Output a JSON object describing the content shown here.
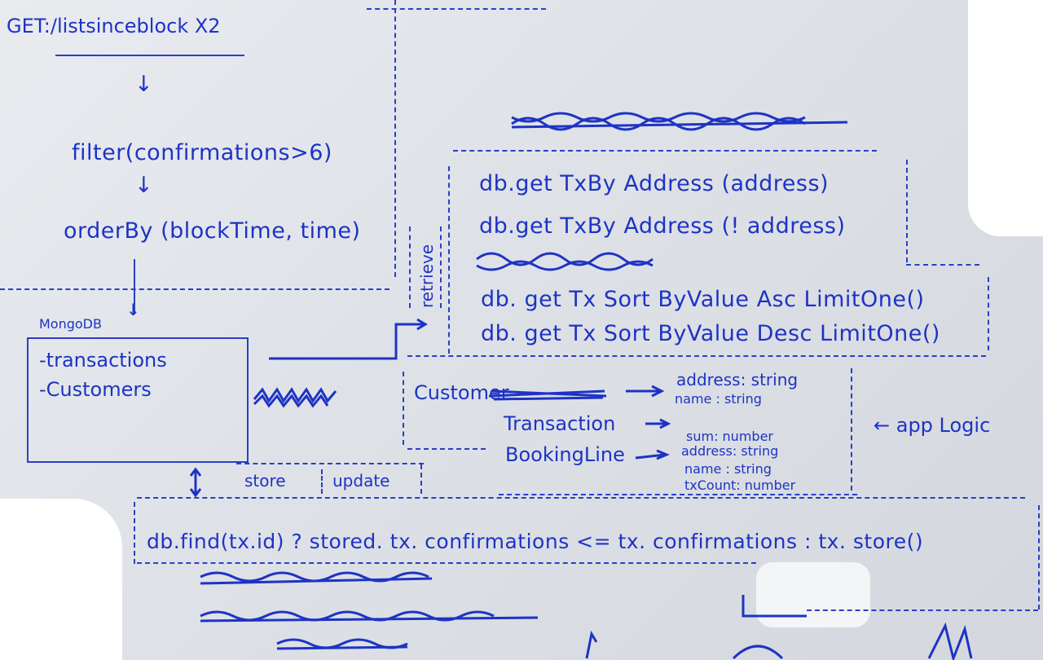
{
  "top_left": {
    "api_call": "GET:/listsinceblock X2",
    "filter_step": "filter(confirmations>6)",
    "order_step": "orderBy (blockTime, time)"
  },
  "mongo": {
    "title": "MongoDB",
    "collections": [
      "-transactions",
      "-Customers"
    ]
  },
  "retrieve_label": "retrieve",
  "queries": {
    "items": [
      "db.get TxBy Address (address)",
      "db.get TxBy Address (! address)",
      "db. get Tx Sort ByValue Asc LimitOne()",
      "db. get Tx Sort ByValue Desc LimitOne()"
    ]
  },
  "models": {
    "customer": "Customer",
    "transaction": "Transaction",
    "booking": "BookingLine",
    "customer_fields": [
      "address: string",
      "name : string"
    ],
    "transaction_fields": [
      "sum: number",
      "address: string",
      "name : string",
      "txCount: number"
    ]
  },
  "app_logic": "← app Logic",
  "store_update": {
    "store": "store",
    "update": "update"
  },
  "bottom_formula": "db.find(tx.id) ? stored. tx. confirmations <= tx. confirmations : tx. store()",
  "colors": {
    "ink": "#1e33c4",
    "board": "#e3e6ea"
  }
}
